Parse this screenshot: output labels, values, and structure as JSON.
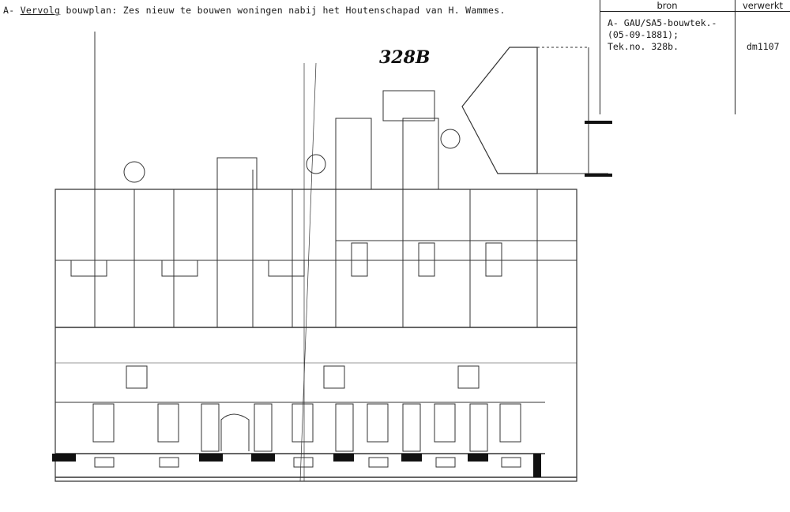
{
  "header": {
    "prefix": "A-",
    "underlined_word": "Vervolg",
    "rest": " bouwplan: Zes nieuw te bouwen woningen nabij het Houtenschapad van H. Wammes."
  },
  "table": {
    "col_bron": "bron",
    "col_verwerkt": "verwerkt",
    "bron_value": "A- GAU/SA5-bouwtek.-\n(05-09-1881);\nTek.no. 328b.",
    "verwerkt_value": "dm1107"
  },
  "drawing": {
    "sheet_number": "328B"
  }
}
